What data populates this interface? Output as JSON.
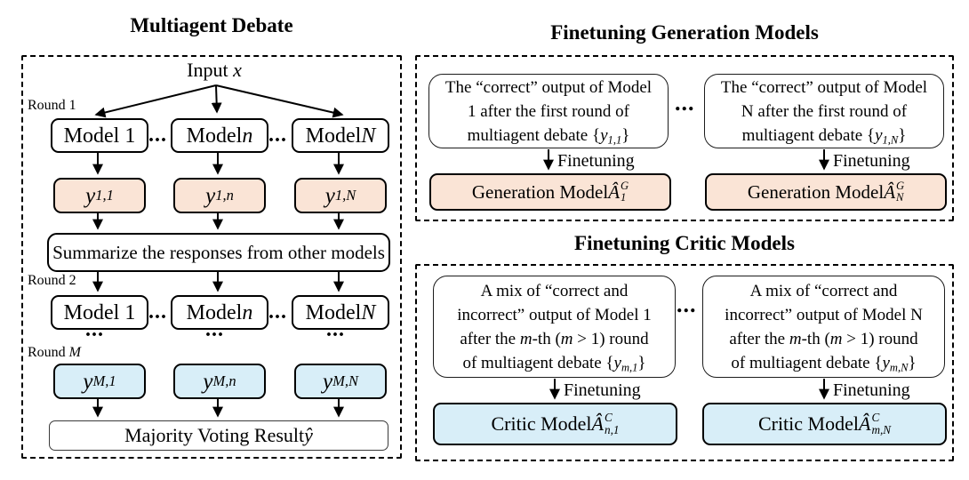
{
  "colors": {
    "generation_fill": "#FAE4D6",
    "critic_fill": "#D8EEF8",
    "line": "#000000"
  },
  "debate": {
    "title": "Multiagent Debate",
    "input_label": [
      {
        "t": "Input "
      },
      {
        "i": "x"
      }
    ],
    "round_labels": {
      "round1": [
        {
          "t": "Round 1"
        }
      ],
      "round2": [
        {
          "t": "Round 2"
        }
      ],
      "roundM": [
        {
          "t": "Round "
        },
        {
          "i": "M"
        }
      ]
    },
    "dots": "...",
    "models_row1": [
      [
        {
          "t": "Model 1"
        }
      ],
      [
        {
          "t": "Model "
        },
        {
          "i": "n"
        }
      ],
      [
        {
          "t": "Model "
        },
        {
          "i": "N"
        }
      ]
    ],
    "outputs_row1": [
      [
        {
          "i": "y"
        },
        {
          "sub": "1,1"
        }
      ],
      [
        {
          "i": "y"
        },
        {
          "sub": "1,n"
        }
      ],
      [
        {
          "i": "y"
        },
        {
          "sub": "1,N"
        }
      ]
    ],
    "summarize_label": [
      {
        "t": "Summarize the responses from other models"
      }
    ],
    "models_row2": [
      [
        {
          "t": "Model 1"
        }
      ],
      [
        {
          "t": "Model "
        },
        {
          "i": "n"
        }
      ],
      [
        {
          "t": "Model "
        },
        {
          "i": "N"
        }
      ]
    ],
    "outputs_rowM": [
      [
        {
          "i": "y"
        },
        {
          "sub": "M,1"
        }
      ],
      [
        {
          "i": "y"
        },
        {
          "sub": "M,n"
        }
      ],
      [
        {
          "i": "y"
        },
        {
          "sub": "M,N"
        }
      ]
    ],
    "majority_label": [
      {
        "t": "Majority Voting Result "
      },
      {
        "i": "ŷ"
      }
    ]
  },
  "finetune_generation": {
    "title": "Finetuning Generation Models",
    "dots": "...",
    "finetuning_label": "Finetuning",
    "left_note": [
      [
        {
          "t": "The “correct” output of Model"
        }
      ],
      [
        {
          "t": "1 after the first round of"
        }
      ],
      [
        {
          "t": "multiagent debate {"
        },
        {
          "i": "y"
        },
        {
          "sub": "1,1"
        },
        {
          "t": "}"
        }
      ]
    ],
    "right_note": [
      [
        {
          "t": "The “correct” output of Model"
        }
      ],
      [
        {
          "t": "N after the first round of"
        }
      ],
      [
        {
          "t": "multiagent debate {"
        },
        {
          "i": "y"
        },
        {
          "sub": "1,N"
        },
        {
          "t": "}"
        }
      ]
    ],
    "left_model": [
      {
        "t": "Generation Model "
      },
      {
        "i": "Â"
      },
      {
        "ss": {
          "sup": "G",
          "sub": "1"
        }
      }
    ],
    "right_model": [
      {
        "t": "Generation Model "
      },
      {
        "i": "Â"
      },
      {
        "ss": {
          "sup": "G",
          "sub": "N"
        }
      }
    ]
  },
  "finetune_critic": {
    "title": "Finetuning Critic Models",
    "dots": "...",
    "finetuning_label": "Finetuning",
    "left_note": [
      [
        {
          "t": "A mix of “correct and"
        }
      ],
      [
        {
          "t": "incorrect” output of Model 1"
        }
      ],
      [
        {
          "t": "after the "
        },
        {
          "i": "m"
        },
        {
          "t": "-th ("
        },
        {
          "i": "m"
        },
        {
          "t": " > 1) round"
        }
      ],
      [
        {
          "t": "of multiagent debate {"
        },
        {
          "i": "y"
        },
        {
          "sub": "m,1"
        },
        {
          "t": "}"
        }
      ]
    ],
    "right_note": [
      [
        {
          "t": "A mix of “correct and"
        }
      ],
      [
        {
          "t": "incorrect” output of Model N"
        }
      ],
      [
        {
          "t": "after the "
        },
        {
          "i": "m"
        },
        {
          "t": "-th ("
        },
        {
          "i": "m"
        },
        {
          "t": " > 1) round"
        }
      ],
      [
        {
          "t": "of multiagent debate {"
        },
        {
          "i": "y"
        },
        {
          "sub": "m,N"
        },
        {
          "t": "}"
        }
      ]
    ],
    "left_model": [
      {
        "t": "Critic Model "
      },
      {
        "i": "Â"
      },
      {
        "ss": {
          "sup": "C",
          "sub": "n,1"
        }
      }
    ],
    "right_model": [
      {
        "t": "Critic Model "
      },
      {
        "i": "Â"
      },
      {
        "ss": {
          "sup": "C",
          "sub": "m,N"
        }
      }
    ]
  }
}
